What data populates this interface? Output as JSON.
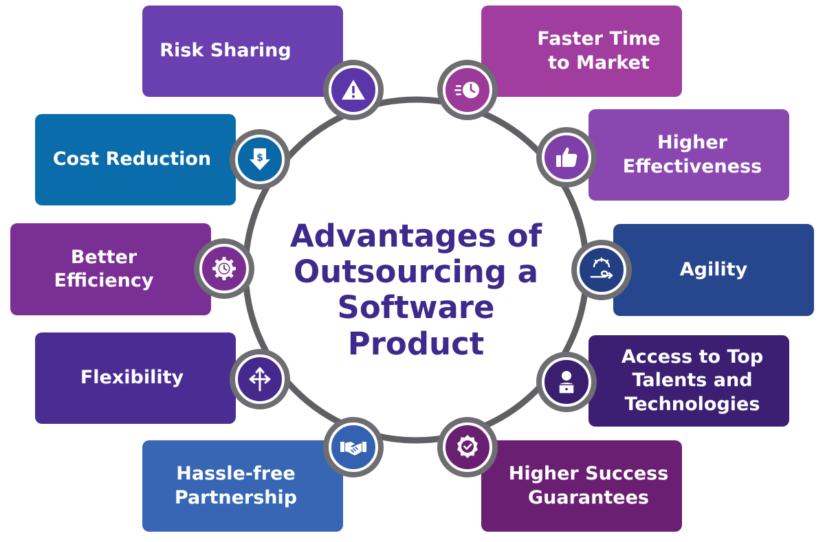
{
  "title": "Advantages of\nOutsourcing a\nSoftware Product",
  "items": [
    {
      "label": "Risk Sharing",
      "icon": "warning-icon",
      "color": "#6a3fb0",
      "badge": "#5a36a8"
    },
    {
      "label": "Faster Time\nto Market",
      "icon": "fast-clock-icon",
      "color": "#a03d9e",
      "badge": "#9c3a9a"
    },
    {
      "label": "Higher\nEffectiveness",
      "icon": "thumbs-up-icon",
      "color": "#8a47b0",
      "badge": "#7e3fa8"
    },
    {
      "label": "Agility",
      "icon": "agility-icon",
      "color": "#26468e",
      "badge": "#233f84"
    },
    {
      "label": "Access to Top\nTalents and\nTechnologies",
      "icon": "developer-laptop-icon",
      "color": "#3c1f72",
      "badge": "#3a1e70"
    },
    {
      "label": "Higher Success\nGuarantees",
      "icon": "award-badge-icon",
      "color": "#6b1f72",
      "badge": "#6a2070"
    },
    {
      "label": "Hassle-free\nPartnership",
      "icon": "handshake-icon",
      "color": "#3666b4",
      "badge": "#3461b0"
    },
    {
      "label": "Flexibility",
      "icon": "split-arrows-icon",
      "color": "#4a2d92",
      "badge": "#46298c"
    },
    {
      "label": "Better\nEfficiency",
      "icon": "gear-clock-icon",
      "color": "#7a2f94",
      "badge": "#7a2e92"
    },
    {
      "label": "Cost Reduction",
      "icon": "dollar-down-icon",
      "color": "#0b6cab",
      "badge": "#0b68a6"
    }
  ]
}
